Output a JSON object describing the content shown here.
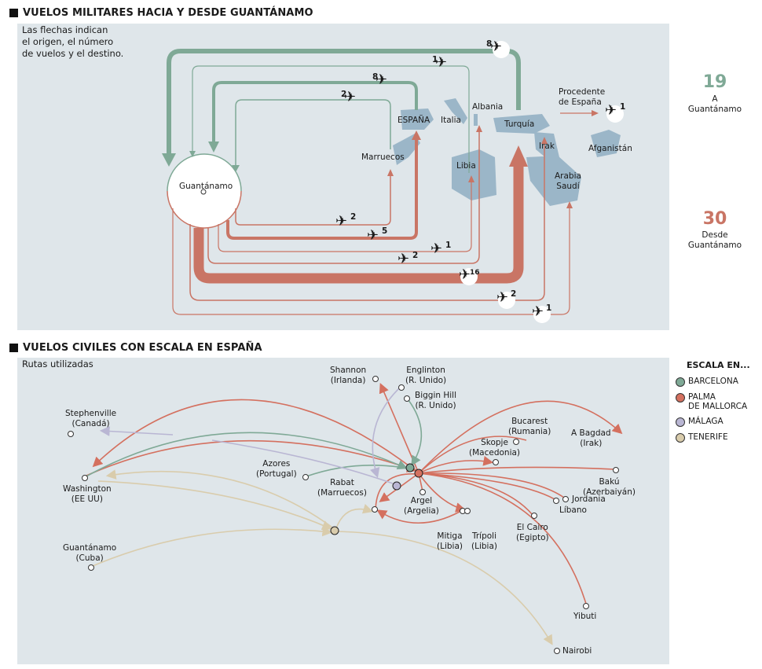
{
  "colors": {
    "to_guantanamo": "#7fa996",
    "from_guantanamo": "#c97565",
    "map_land": "#dfe6ea",
    "highlight_country": "#9bb6c8",
    "barcelona": "#7fa996",
    "palma": "#d4705f",
    "malaga": "#b9b6d3",
    "tenerife": "#d9ccac"
  },
  "military": {
    "title": "VUELOS MILITARES HACIA Y DESDE GUANTÁNAMO",
    "intro": "Las flechas indican\nel origen, el número\nde vuelos y el destino.",
    "hub_label": "Guantánamo",
    "totals": {
      "to": {
        "value": "19",
        "label": "A\nGuantánamo"
      },
      "from": {
        "value": "30",
        "label": "Desde\nGuantánamo"
      }
    },
    "legend_note": {
      "label": "Procedente\nde España",
      "count": "1"
    },
    "countries": [
      "ESPAÑA",
      "Italia",
      "Albania",
      "Turquía",
      "Marruecos",
      "Libia",
      "Irak",
      "Arabia\nSaudí",
      "Afganistán"
    ],
    "to_guantanamo": [
      {
        "origin": "Turquía",
        "flights": 8
      },
      {
        "origin": "Albania",
        "flights": 1
      },
      {
        "origin": "ESPAÑA",
        "flights": 8
      },
      {
        "origin": "Marruecos",
        "flights": 2
      }
    ],
    "from_guantanamo": [
      {
        "destination": "Marruecos",
        "flights": 2
      },
      {
        "destination": "ESPAÑA",
        "flights": 5
      },
      {
        "destination": "Libia",
        "flights": 1
      },
      {
        "destination": "Albania",
        "flights": 2
      },
      {
        "destination": "Turquía",
        "flights": 16
      },
      {
        "destination": "Irak",
        "flights": 2
      },
      {
        "destination": "Arabia Saudí",
        "flights": 1
      }
    ]
  },
  "civil": {
    "title": "VUELOS CIVILES CON ESCALA EN ESPAÑA",
    "subtitle": "Rutas utilizadas",
    "legend": {
      "title": "ESCALA EN...",
      "items": [
        {
          "label": "BARCELONA",
          "key": "barcelona"
        },
        {
          "label": "PALMA\nDE MALLORCA",
          "key": "palma"
        },
        {
          "label": "MÁLAGA",
          "key": "malaga"
        },
        {
          "label": "TENERIFE",
          "key": "tenerife"
        }
      ]
    },
    "places": {
      "shannon": "Shannon\n(Irlanda)",
      "englinton": "Englinton\n(R. Unido)",
      "biggin": "Biggin Hill\n(R. Unido)",
      "stephenville": "Stephenville\n(Canadá)",
      "washington": "Washington\n(EE UU)",
      "guantanamo": "Guantánamo\n(Cuba)",
      "azores": "Azores\n(Portugal)",
      "rabat": "Rabat\n(Marruecos)",
      "argel": "Argel\n(Argelia)",
      "mitiga": "Mitiga\n(Libia)",
      "tripoli": "Trípoli\n(Libia)",
      "bucarest": "Bucarest\n(Rumania)",
      "skopje": "Skopje\n(Macedonia)",
      "bagdad": "A Bagdad\n(Irak)",
      "baku": "Bakú\n(Azerbaiyán)",
      "jordania": "Jordania",
      "libano": "Líbano",
      "cairo": "El Cairo\n(Egipto)",
      "yibuti": "Yibuti",
      "nairobi": "Nairobi"
    }
  }
}
